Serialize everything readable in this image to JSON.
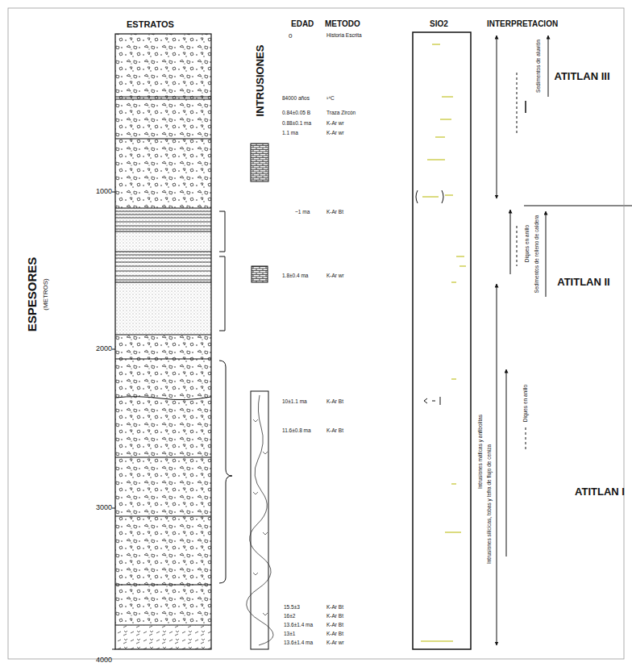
{
  "diagram": {
    "labels": [
      "ESTRATOS",
      "INTRUSIONES",
      "EDAD",
      "METODO",
      "SIO2",
      "INTERPRETACION",
      "ESPESORES",
      "(METROS)",
      "1000",
      "2000",
      "3000",
      "4000",
      "0",
      "Historia Escrita",
      "84000 años",
      "¹⁴C",
      "0.84±0.05 B",
      "Traza Zircón",
      "0.88±0.1 ma",
      "K-Ar wr",
      "1.1 ma",
      "K-Ar wr",
      "~1 ma",
      "K-Ar Bt",
      "1.8±0.4 ma",
      "K-Ar wr",
      "10±1.1 ma",
      "K-Ar Bt",
      "11.6±0.8 ma",
      "K-Ar Bt",
      "15.5±3",
      "K-Ar Bt",
      "16±2",
      "K-Ar Bt",
      "13.6±1.4 ma",
      "K-Ar Bt",
      "13±1",
      "K-Ar Bt",
      "13.6±1.4 ma",
      "K-Ar wr",
      "ATITLAN III",
      "ATITLAN II",
      "ATITLAN I",
      "Sedimentos de aluvión",
      "Diques en anillo",
      "Sedimentos de relleno de caldera",
      "Intrusiones máficas y anfibolitas",
      "Intrusiones silícicas, tobas y tefra de flujo de ceniza",
      "Diques en anillo"
    ]
  }
}
